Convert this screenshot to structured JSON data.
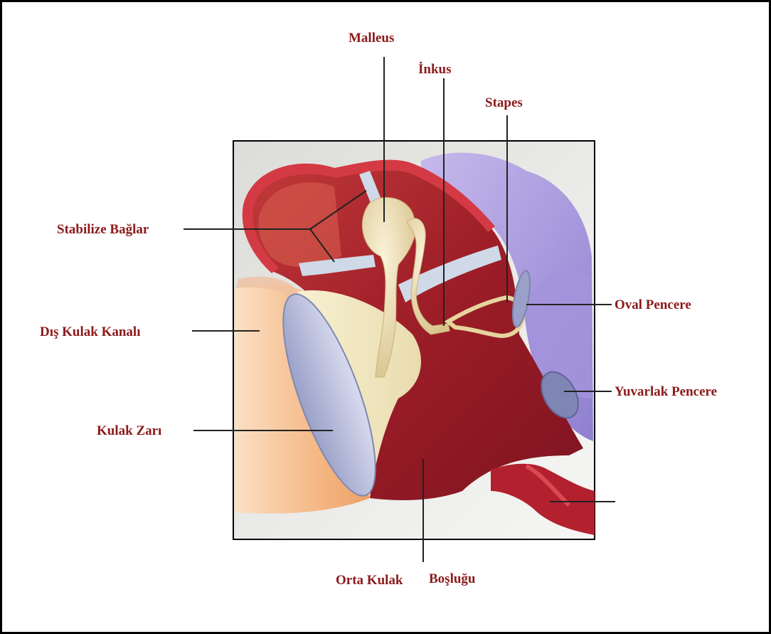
{
  "labels": {
    "malleus": "Malleus",
    "inkus": "İnkus",
    "stapes": "Stapes",
    "stabilize": "Stabilize Bağlar",
    "oval": "Oval Pencere",
    "dis_kanal": "Dış Kulak Kanalı",
    "yuvarlak": "Yuvarlak Pencere",
    "kulak_zari": "Kulak Zarı",
    "orta": "Orta Kulak",
    "bosluk": "Boşluğu"
  },
  "colors": {
    "label": "#8b1a1a",
    "leader": "#222222",
    "cavity": "#a8202a",
    "wall": "#c9303a",
    "ossicle": "#efe2b8",
    "membrane": "#b8bcd8",
    "inner_ear": "#a89ad8",
    "canal": "#f1b98a"
  }
}
